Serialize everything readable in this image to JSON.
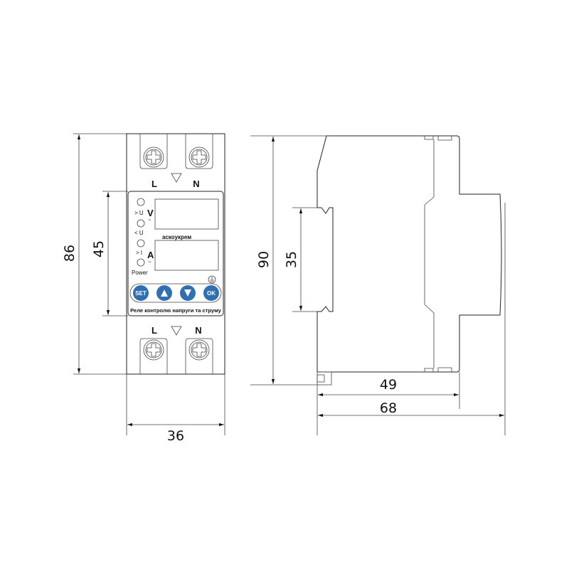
{
  "dimensions": {
    "height_front": "86",
    "panel_height": "45",
    "width": "36",
    "height_side": "90",
    "din_rail": "35",
    "depth_front": "49",
    "depth_total": "68"
  },
  "terminals": {
    "top_left": "L",
    "top_right": "N",
    "bottom_left": "L",
    "bottom_right": "N"
  },
  "panel": {
    "led_labels": [
      "> U",
      "< U",
      "> I",
      "Power"
    ],
    "voltage_unit": "V",
    "current_unit": "A",
    "ac_symbol": "~",
    "brand": "аскоукрем",
    "buttons": [
      "SET",
      "▲",
      "▼",
      "OK"
    ],
    "caption": "Реле контролю напруги та струму",
    "button_color": "#2f6fb3"
  }
}
